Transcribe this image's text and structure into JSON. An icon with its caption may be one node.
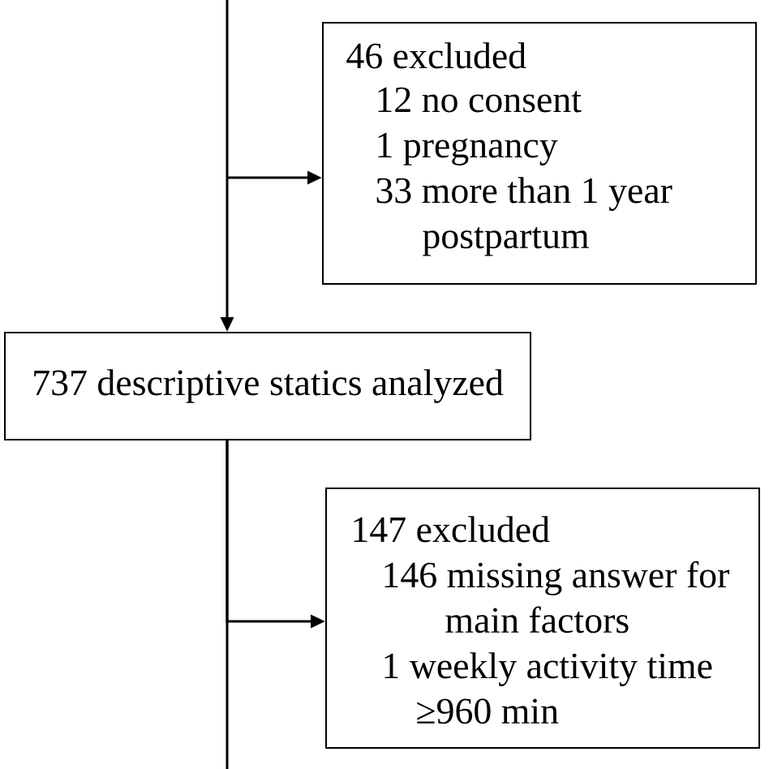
{
  "diagram": {
    "nodes": [
      {
        "text": [
          "46 excluded",
          "12 no consent",
          "1  pregnancy",
          "33 more than 1 year postpartum"
        ]
      },
      {
        "text": [
          "737 descriptive statics analyzed"
        ]
      },
      {
        "text": [
          "147 excluded",
          "146 missing answer for main factors",
          "1 weekly activity time ≥960 min"
        ]
      }
    ],
    "edges": [
      {
        "from": null,
        "to": 1,
        "arrow": "to"
      },
      {
        "from": null,
        "to": 0,
        "arrow": "to"
      },
      {
        "from": 1,
        "to": 2,
        "arrow": "to"
      },
      {
        "from": 1,
        "to": null,
        "arrow": "none"
      }
    ]
  }
}
